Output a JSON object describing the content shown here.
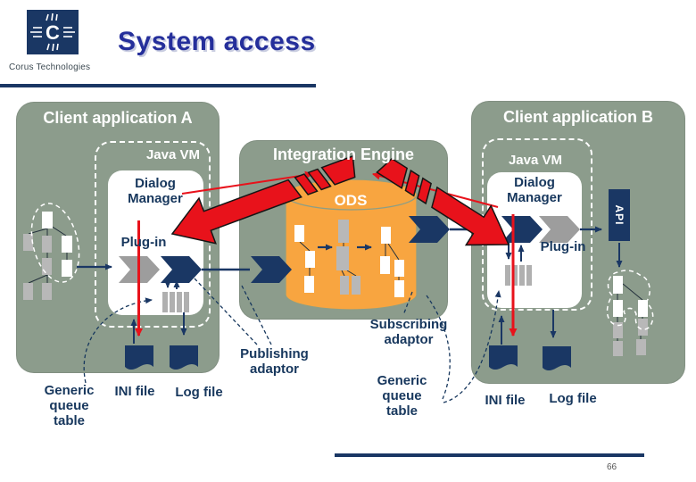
{
  "header": {
    "company": "Corus Technologies",
    "title": "System access",
    "logo_letter": "C"
  },
  "client_a": {
    "title": "Client application A",
    "java_vm": "Java VM",
    "dialog_manager": "Dialog Manager",
    "plugin": "Plug-in"
  },
  "engine": {
    "title": "Integration Engine",
    "ods": "ODS"
  },
  "client_b": {
    "title": "Client application B",
    "java_vm": "Java VM",
    "dialog_manager": "Dialog Manager",
    "plugin": "Plug-in",
    "api": "API"
  },
  "labels": {
    "generic_queue_table_a": "Generic queue table",
    "ini_file_a": "INI file",
    "log_file_a": "Log file",
    "publishing_adaptor": "Publishing adaptor",
    "subscribing_adaptor": "Subscribing adaptor",
    "generic_queue_table_b": "Generic queue table",
    "ini_file_b": "INI file",
    "log_file_b": "Log file"
  },
  "footer": {
    "page_number": "66"
  },
  "colors": {
    "box_green": "#8C9C8C",
    "ods_orange": "#F8A540",
    "navy": "#1A3764",
    "red": "#E8121B",
    "gray": "#A6A6A6",
    "title_blue": "#252F9B"
  }
}
